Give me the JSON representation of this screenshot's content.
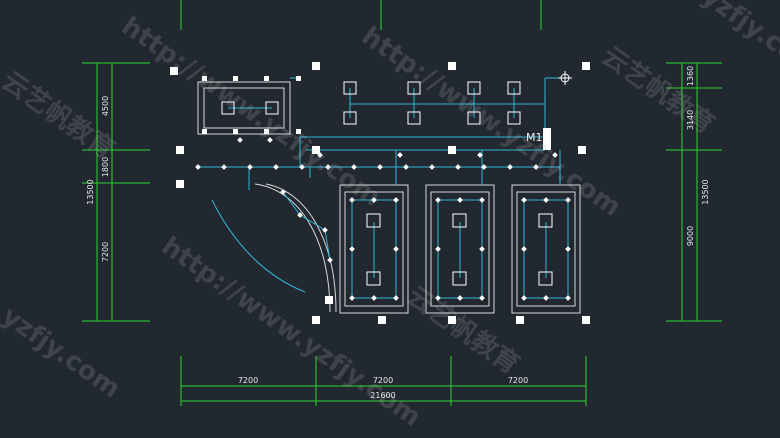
{
  "drawing": {
    "colors": {
      "background": "#212830",
      "dimension": "#2bd42b",
      "wiring": "#2fb6d8",
      "outline": "#d8d8d8",
      "fixture": "#ffffff"
    },
    "left_dims": [
      "4500",
      "1800",
      "7200"
    ],
    "left_total": "13500",
    "right_dims": [
      "1360",
      "3140",
      "9000"
    ],
    "right_total": "13500",
    "bottom_dims": [
      "7200",
      "7200",
      "7200"
    ],
    "bottom_total": "21600",
    "tag": "M1"
  },
  "watermarks": [
    "http://www.yzfjy.com",
    "http://www.yzfjy.com",
    "http://www.yzfjy.com",
    "云艺帆教育",
    "云艺帆教育",
    "云艺帆教育",
    "yzfjy.com",
    "yzfjy.com"
  ]
}
